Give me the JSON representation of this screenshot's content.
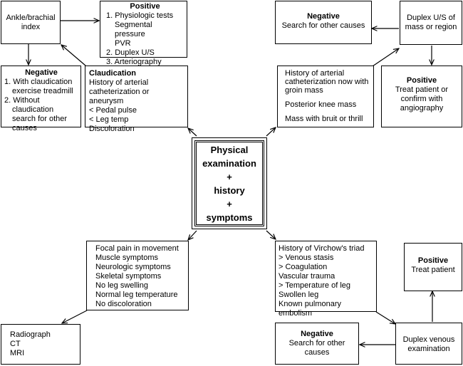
{
  "center": {
    "lines": [
      "Physical",
      "examination",
      "+",
      "history",
      "+",
      "symptoms"
    ]
  },
  "ankle_brachial": {
    "lines": [
      "Ankle/brachial",
      "index"
    ]
  },
  "positive_tl": {
    "title": "Positive",
    "items": [
      "1. Physiologic tests",
      "Segmental pressure",
      "PVR",
      "2. Duplex U/S",
      "3. Arteriography"
    ]
  },
  "negative_tl": {
    "title": "Negative",
    "items": [
      "1. With claudication exercise treadmill",
      "2. Without claudication search for other causes"
    ]
  },
  "claudication": {
    "title": "Claudication",
    "lines": [
      "History of arterial catheterization or aneurysm",
      "< Pedal pulse",
      "< Leg temp",
      "Discoloration"
    ]
  },
  "negative_tr": {
    "title": "Negative",
    "text": "Search for other causes"
  },
  "duplex_mass": {
    "lines": [
      "Duplex U/S of",
      "mass or region"
    ]
  },
  "history_arterial": {
    "lines": [
      "History of arterial catheterization now with groin mass",
      "Posterior knee mass",
      "Mass with bruit or thrill"
    ]
  },
  "positive_tr": {
    "title": "Positive",
    "lines": [
      "Treat patient or",
      "confirm with",
      "angiography"
    ]
  },
  "focal_pain": {
    "lines": [
      "Focal pain in movement",
      "Muscle symptoms",
      "Neurologic symptoms",
      "Skeletal symptoms",
      "No leg swelling",
      "Normal leg temperature",
      "No discoloration"
    ]
  },
  "radiograph": {
    "lines": [
      "Radiograph",
      "CT",
      "MRI"
    ]
  },
  "virchow": {
    "lines": [
      "History of Virchow's triad",
      "> Venous stasis",
      "> Coagulation",
      "Vascular trauma",
      "> Temperature of leg",
      "Swollen leg",
      "Known pulmonary embolism"
    ]
  },
  "positive_br": {
    "title": "Positive",
    "text": "Treat patient"
  },
  "negative_br": {
    "title": "Negative",
    "lines": [
      "Search for other",
      "causes"
    ]
  },
  "duplex_venous": {
    "lines": [
      "Duplex venous",
      "examination"
    ]
  }
}
